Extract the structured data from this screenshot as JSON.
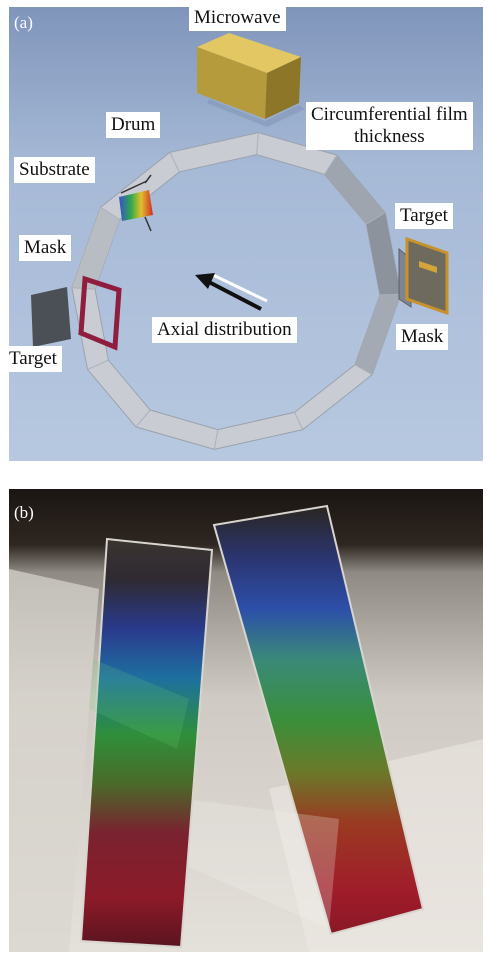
{
  "panel_a": {
    "tag": "(a)",
    "labels": {
      "microwave": "Microwave",
      "drum": "Drum",
      "circumferential_line1": "Circumferential film",
      "circumferential_line2": "thickness",
      "substrate": "Substrate",
      "target_right": "Target",
      "mask_left": "Mask",
      "axial_distribution": "Axial distribution",
      "mask_right": "Mask",
      "target_left": "Target"
    }
  },
  "panel_b": {
    "tag": "(b)"
  },
  "colors": {
    "background_a": "#9fb6d6",
    "drum": "#c9cdd3",
    "microwave_box": "#b59b3c",
    "mask": "#8f1d3d",
    "target_frame": "#b98a2a"
  }
}
